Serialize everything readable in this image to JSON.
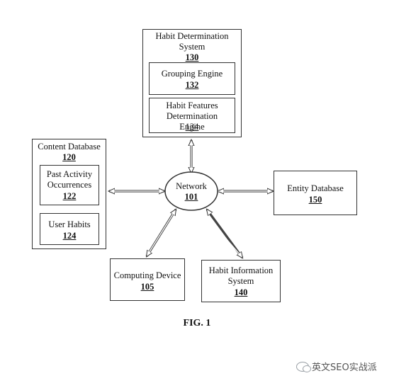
{
  "habit_determination_system": {
    "title": "Habit Determination System",
    "ref": "130"
  },
  "grouping_engine": {
    "title": "Grouping Engine",
    "ref": "132"
  },
  "habit_features_engine": {
    "title": "Habit Features Determination Engine",
    "ref": "134"
  },
  "content_database": {
    "title": "Content Database",
    "ref": "120"
  },
  "past_activity": {
    "title": "Past Activity Occurrences",
    "ref": "122"
  },
  "user_habits": {
    "title": "User Habits",
    "ref": "124"
  },
  "network": {
    "title": "Network",
    "ref": "101"
  },
  "entity_database": {
    "title": "Entity Database",
    "ref": "150"
  },
  "computing_device": {
    "title": "Computing Device",
    "ref": "105"
  },
  "habit_information_system": {
    "title": "Habit Information System",
    "ref": "140"
  },
  "figure_caption": "FIG. 1",
  "watermark": "英文SEO实战派"
}
